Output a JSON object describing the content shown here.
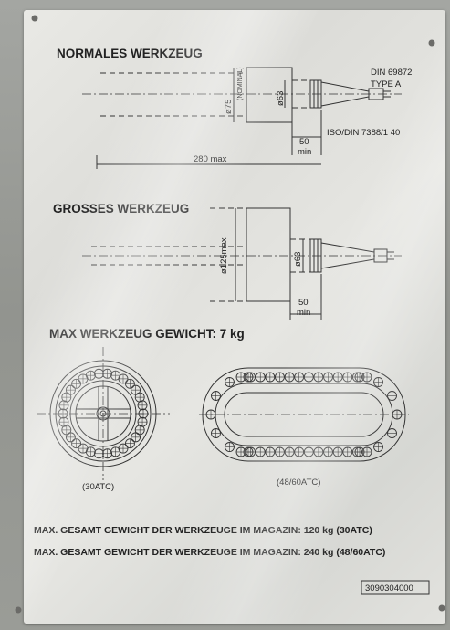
{
  "plate": {
    "title_normal": "NORMALES WERKZEUG",
    "norm_din": "DIN 69872",
    "norm_type": "TYPE A",
    "norm_iso": "ISO/DIN 7388/1 40",
    "dia_75": "ø75",
    "dia_75_note": "(NOMINAL)",
    "dia_63_top": "ø63",
    "dim_50_top": "50",
    "dim_min_top": "min",
    "dim_280": "280 max",
    "title_large": "GROSSES WERKZEUG",
    "dia_125": "ø125max",
    "dia_63_bottom": "ø63",
    "dim_50_bottom": "50",
    "dim_min_bottom": "min",
    "max_weight": "MAX WERKZEUG GEWICHT: 7 kg",
    "mag_round_label": "(30ATC)",
    "mag_oval_label": "(48/60ATC)",
    "total_weight_1": "MAX. GESAMT GEWICHT DER WERKZEUGE IM MAGAZIN: 120 kg (30ATC)",
    "total_weight_2": "MAX. GESAMT GEWICHT DER WERKZEUGE IM MAGAZIN: 240 kg (48/60ATC)",
    "part_number": "3090304000"
  }
}
